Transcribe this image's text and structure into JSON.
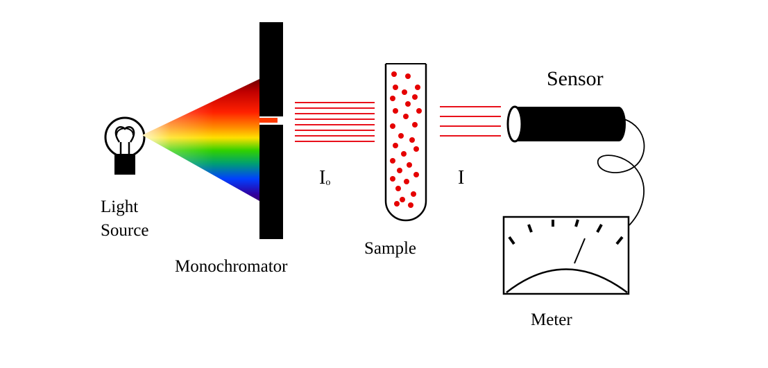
{
  "labels": {
    "light_source_line1": "Light",
    "light_source_line2": "Source",
    "monochromator": "Monochromator",
    "incident": "I",
    "incident_sub": "o",
    "transmitted": "I",
    "sample": "Sample",
    "sensor": "Sensor",
    "meter": "Meter"
  },
  "colors": {
    "beam": "#e8101a",
    "particle": "#e50000",
    "ink": "#000000",
    "spectrum": [
      "#8b0000",
      "#e00000",
      "#ff6a00",
      "#ffd000",
      "#3fd400",
      "#00a86b",
      "#0050ff",
      "#2a0090",
      "#5a0070"
    ]
  },
  "icons": [
    "light-bulb-icon",
    "prism-spectrum-icon",
    "test-tube-icon",
    "sensor-cylinder-icon",
    "meter-dial-icon"
  ]
}
